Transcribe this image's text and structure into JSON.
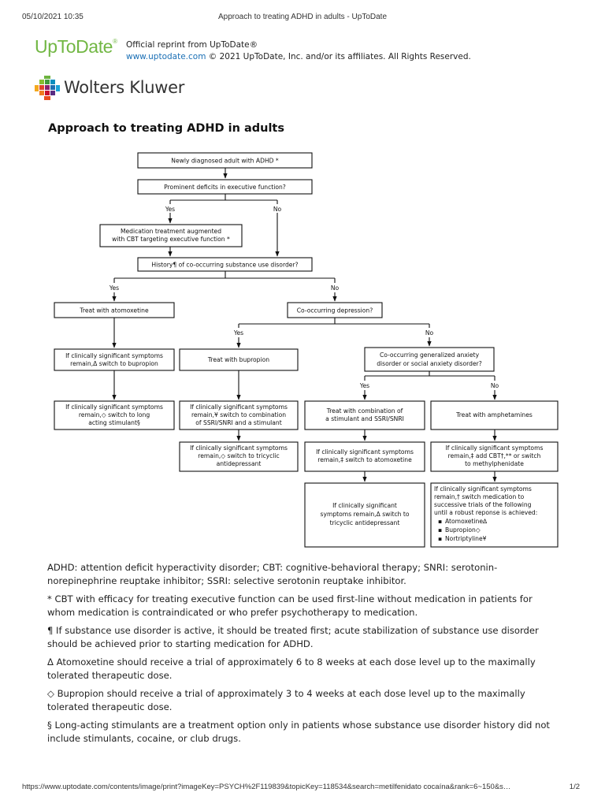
{
  "header": {
    "date": "05/10/2021 10:35",
    "title": "Approach to treating ADHD in adults - UpToDate"
  },
  "brand": {
    "logo_text": "UpToDate",
    "logo_mark": "®",
    "reprint_line": "Official reprint from UpToDate®",
    "site_link": "www.uptodate.com",
    "copyright": " © 2021 UpToDate, Inc. and/or its affiliates. All Rights Reserved.",
    "publisher": "Wolters Kluwer",
    "logo_color": "#72b744",
    "link_color": "#1a6fb5"
  },
  "document": {
    "title": "Approach to treating ADHD in adults"
  },
  "flowchart": {
    "newly_diagnosed": "Newly diagnosed adult with ADHD *",
    "executive_question": "Prominent deficits in executive function?",
    "yes": "Yes",
    "no": "No",
    "cbt_augmented": [
      "Medication treatment augmented",
      "with CBT targeting executive function *"
    ],
    "sud_question": "History¶ of co-occurring substance use disorder?",
    "atomoxetine": "Treat with atomoxetine",
    "depression_question": "Co-occurring depression?",
    "atomox_switch": [
      "If clinically significant symptoms",
      "remain,Δ switch to bupropion"
    ],
    "bupropion": "Treat with bupropion",
    "anxiety_question": [
      "Co-occurring generalized anxiety",
      "disorder or social anxiety disorder?"
    ],
    "long_acting": [
      "If clinically significant symptoms",
      "remain,◇ switch to long",
      "acting stimulant§"
    ],
    "ssri_combo": [
      "If clinically significant symptoms",
      "remain,¥ switch to combination",
      "of SSRI/SNRI and a stimulant"
    ],
    "stim_snri": [
      "Treat with combination of",
      "a stimulant and SSRI/SNRI"
    ],
    "amphetamines": "Treat with amphetamines",
    "tca_after_bup": [
      "If clinically significant symptoms",
      "remain,◇ switch to tricyclic",
      "antidepressant"
    ],
    "to_atomox": [
      "If clinically significant symptoms",
      "remain,‡ switch to atomoxetine"
    ],
    "add_cbt": [
      "If clinically significant symptoms",
      "remain,‡ add CBT†,** or switch",
      "to methylphenidate"
    ],
    "tca_after_atomox": [
      "If clinically significant",
      "symptoms remain,Δ switch to",
      "tricyclic antidepressant"
    ],
    "successive": [
      "If clinically significant symptoms",
      "remain,† switch medication to",
      "successive trials of the following",
      "until a robust reponse is achieved:"
    ],
    "successive_items": [
      "Atomoxetine∆",
      "Bupropion◇",
      "Nortriptyline¥"
    ],
    "bullet": "▪"
  },
  "notes": [
    "ADHD: attention deficit hyperactivity disorder; CBT: cognitive-behavioral therapy; SNRI: serotonin-norepinephrine reuptake inhibitor; SSRI: selective serotonin reuptake inhibitor.",
    "* CBT with efficacy for treating executive function can be used first-line without medication in patients for whom medication is contraindicated or who prefer psychotherapy to medication.",
    "¶ If substance use disorder is active, it should be treated first; acute stabilization of substance use disorder should be achieved prior to starting medication for ADHD.",
    "Δ Atomoxetine should receive a trial of approximately 6 to 8 weeks at each dose level up to the maximally tolerated therapeutic dose.",
    "◇ Bupropion should receive a trial of approximately 3 to 4 weeks at each dose level up to the maximally tolerated therapeutic dose.",
    "§ Long-acting stimulants are a treatment option only in patients whose substance use disorder history did not include stimulants, cocaine, or club drugs."
  ],
  "footer": {
    "url": "https://www.uptodate.com/contents/image/print?imageKey=PSYCH%2F119839&topicKey=118534&search=metilfenidato cocaína&rank=6~150&s…",
    "page": "1/2"
  }
}
